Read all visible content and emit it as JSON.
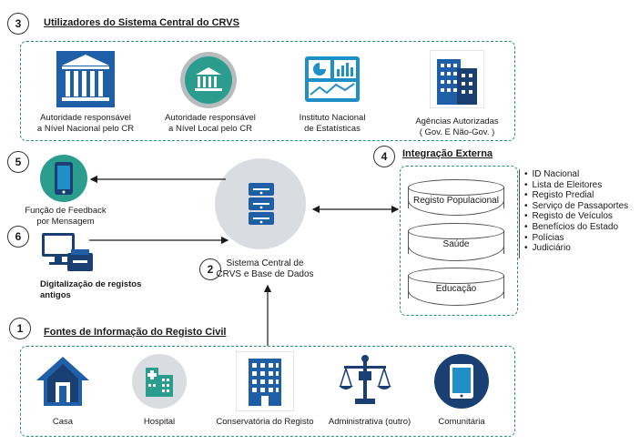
{
  "sections": {
    "users": {
      "number": "3",
      "title": "Utilizadores do Sistema Central do CRVS"
    },
    "sources": {
      "number": "1",
      "title": "Fontes de Informação do Registo Civil"
    },
    "integration": {
      "number": "4",
      "title": "Integração Externa"
    },
    "central": {
      "number": "2",
      "line1": "Sistema Central de",
      "line2": "CRVS e Base de Dados"
    },
    "feedback": {
      "number": "5",
      "line1": "Função de Feedback",
      "line2": "por Mensagem"
    },
    "digitization": {
      "number": "6",
      "line1": "Digitalização de registos",
      "line2": "antigos"
    }
  },
  "users": [
    {
      "line1": "Autoridade responsável",
      "line2": "a Nível Nacional pelo CR",
      "icon": "national-building-icon"
    },
    {
      "line1": "Autoridade responsável",
      "line2": "a Nível Local pelo CR",
      "icon": "local-building-icon"
    },
    {
      "line1": "Instituto Nacional",
      "line2": "de Estatísticas",
      "icon": "statistics-dashboard-icon"
    },
    {
      "line1": "Agências Autorizadas",
      "line2": "( Gov. E Não-Gov. )",
      "icon": "office-buildings-icon"
    }
  ],
  "databases": [
    "Registo Populacional",
    "Saúde",
    "Educação"
  ],
  "external_list": [
    "ID Nacional",
    "Lista de Eleitores",
    "Registo Predial",
    "Serviço de Passaportes",
    "Registo de Veículos",
    "Benefícios do Estado",
    "Polícias",
    "Judiciário"
  ],
  "sources": [
    "Casa",
    "Hospital",
    "Conservatória do Registo",
    "Administrativa (outro)",
    "Comunitária"
  ],
  "colors": {
    "teal": "#2a9d8f",
    "blue": "#1f5fa8",
    "darkblue": "#1a3f73",
    "dash": "#2f8f7c",
    "server_bg": "#d9dde2"
  }
}
